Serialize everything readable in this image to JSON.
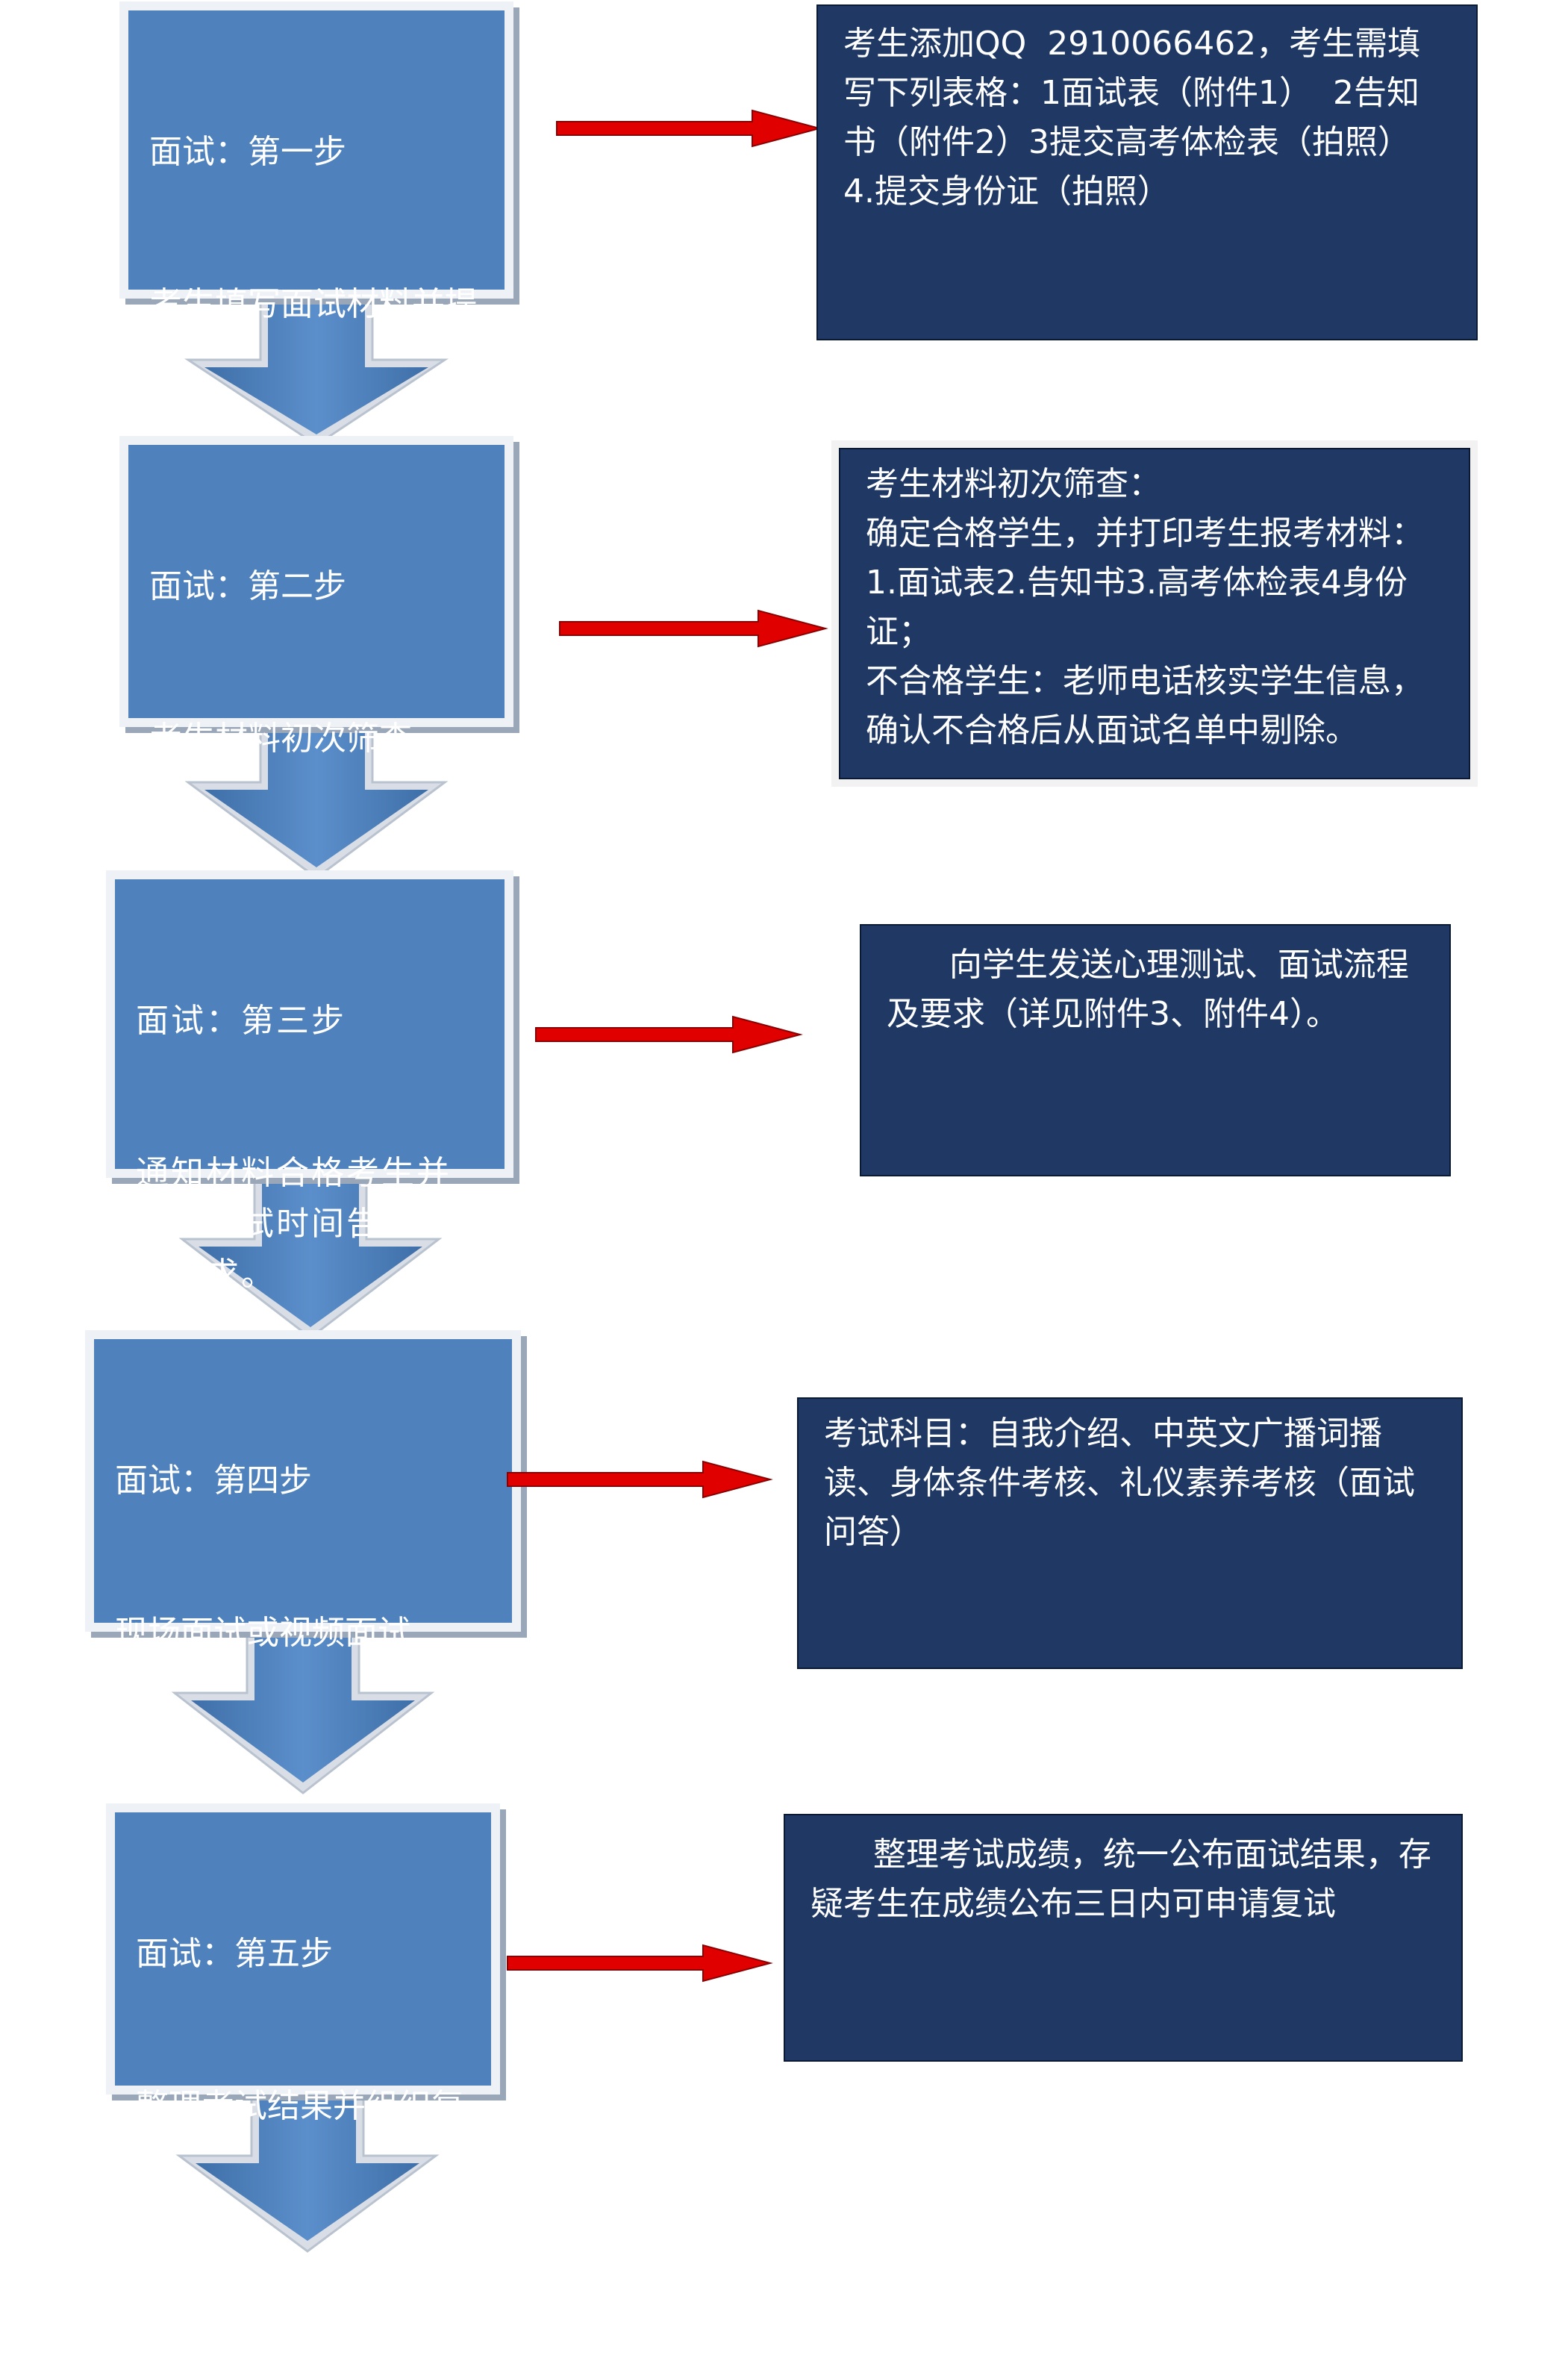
{
  "colors": {
    "step_fill": "#4f81bd",
    "step_frame": "#eef1f6",
    "step_shadow": "#9aa7b8",
    "detail_fill": "#1f3864",
    "arrow_fill": "#e00000",
    "arrow_stroke": "#8a0000"
  },
  "steps": [
    {
      "title": "面试：第一步",
      "body": "考生填写面试材料并提交",
      "detail": "考生添加QQ  2910066462，考生需填写下列表格：1面试表（附件1）  2告知书（附件2）3提交高考体检表（拍照）  4.提交身份证（拍照）"
    },
    {
      "title": "面试：第二步",
      "body": "考生材料初次筛查。",
      "detail": "考生材料初次筛查：\n确定合格学生，并打印考生报考材料：1.面试表2.告知书3.高考体检表4身份证；\n不合格学生：老师电话核实学生信息，确认不合格后从面试名单中剔除。"
    },
    {
      "title": "面试：第三步",
      "body": "通知材料合格考生并预约面试时间告知面试要求。",
      "detail": "      向学生发送心理测试、面试流程及要求（详见附件3、附件4）。"
    },
    {
      "title": "面试：第四步",
      "body": "现场面试或视频面试",
      "detail": "考试科目：自我介绍、中英文广播词播读、身体条件考核、礼仪素养考核（面试问答）"
    },
    {
      "title": "面试：第五步",
      "body": "整理考试结果并组织复试",
      "detail": "      整理考试成绩，统一公布面试结果，存疑考生在成绩公布三日内可申请复试"
    }
  ]
}
